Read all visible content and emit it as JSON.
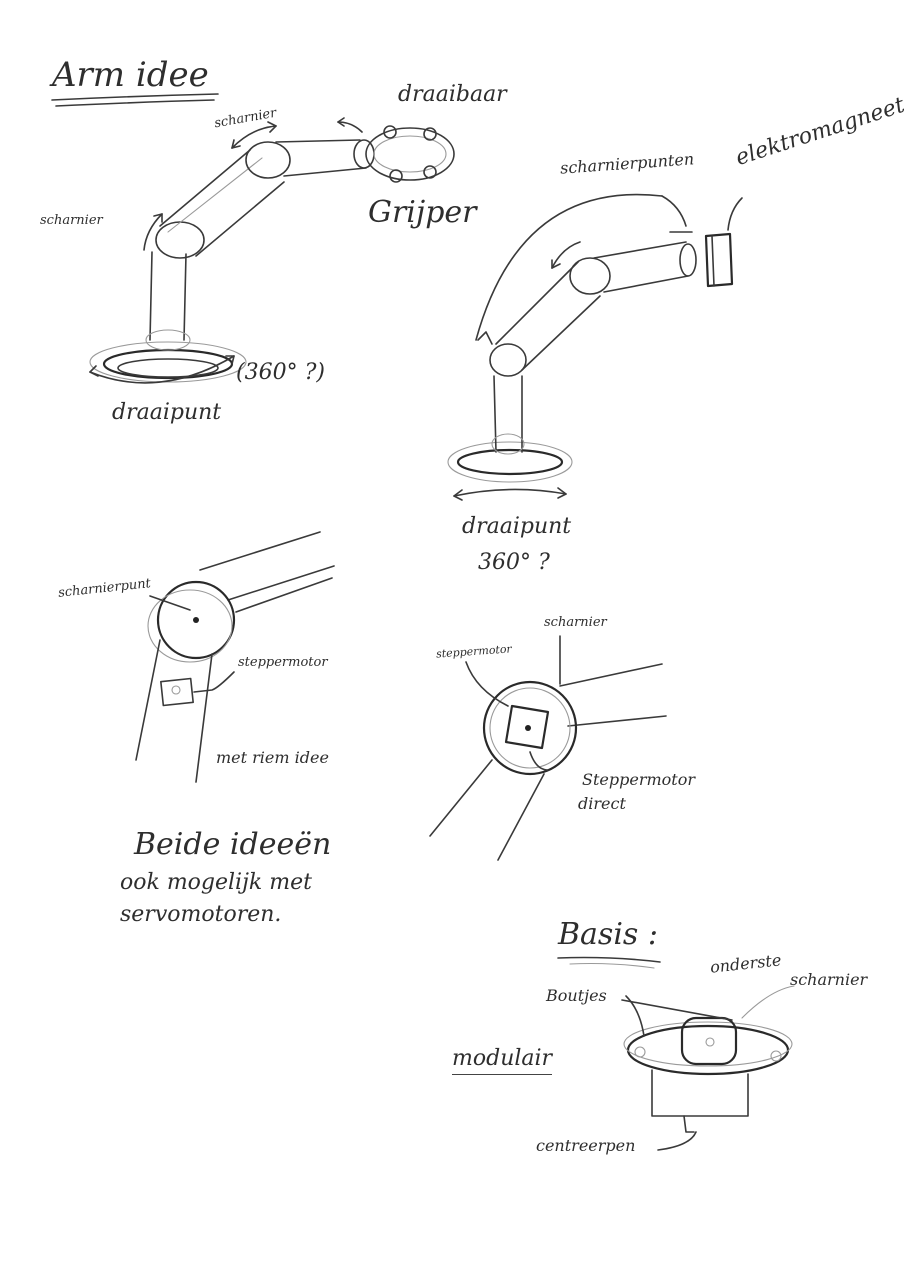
{
  "title": "Arm idee",
  "sketch1": {
    "scharnier_top": "scharnier",
    "draaibaar": "draaibaar",
    "scharnier_left": "scharnier",
    "grijper": "Grijper",
    "rotation": "(360° ?)",
    "draaipunt": "draaipunt"
  },
  "sketch2": {
    "scharnierpunten": "scharnierpunten",
    "elektromagneet": "elektromagneet",
    "draaipunt": "draaipunt",
    "rotation": "360° ?"
  },
  "detail1": {
    "scharnierpunt": "scharnierpunt",
    "steppermotor": "steppermotor",
    "note": "met riem idee"
  },
  "detail2": {
    "steppermotor": "steppermotor",
    "scharnier": "scharnier",
    "note_line1": "Steppermotor",
    "note_line2": "direct"
  },
  "note": {
    "line1": "Beide ideeën",
    "line2": "ook mogelijk met",
    "line3": "servomotoren."
  },
  "basis": {
    "title": "Basis :",
    "onderste": "onderste",
    "scharnier": "scharnier",
    "boutjes": "Boutjes",
    "modulair": "modulair",
    "centreerpen": "centreerpen"
  }
}
